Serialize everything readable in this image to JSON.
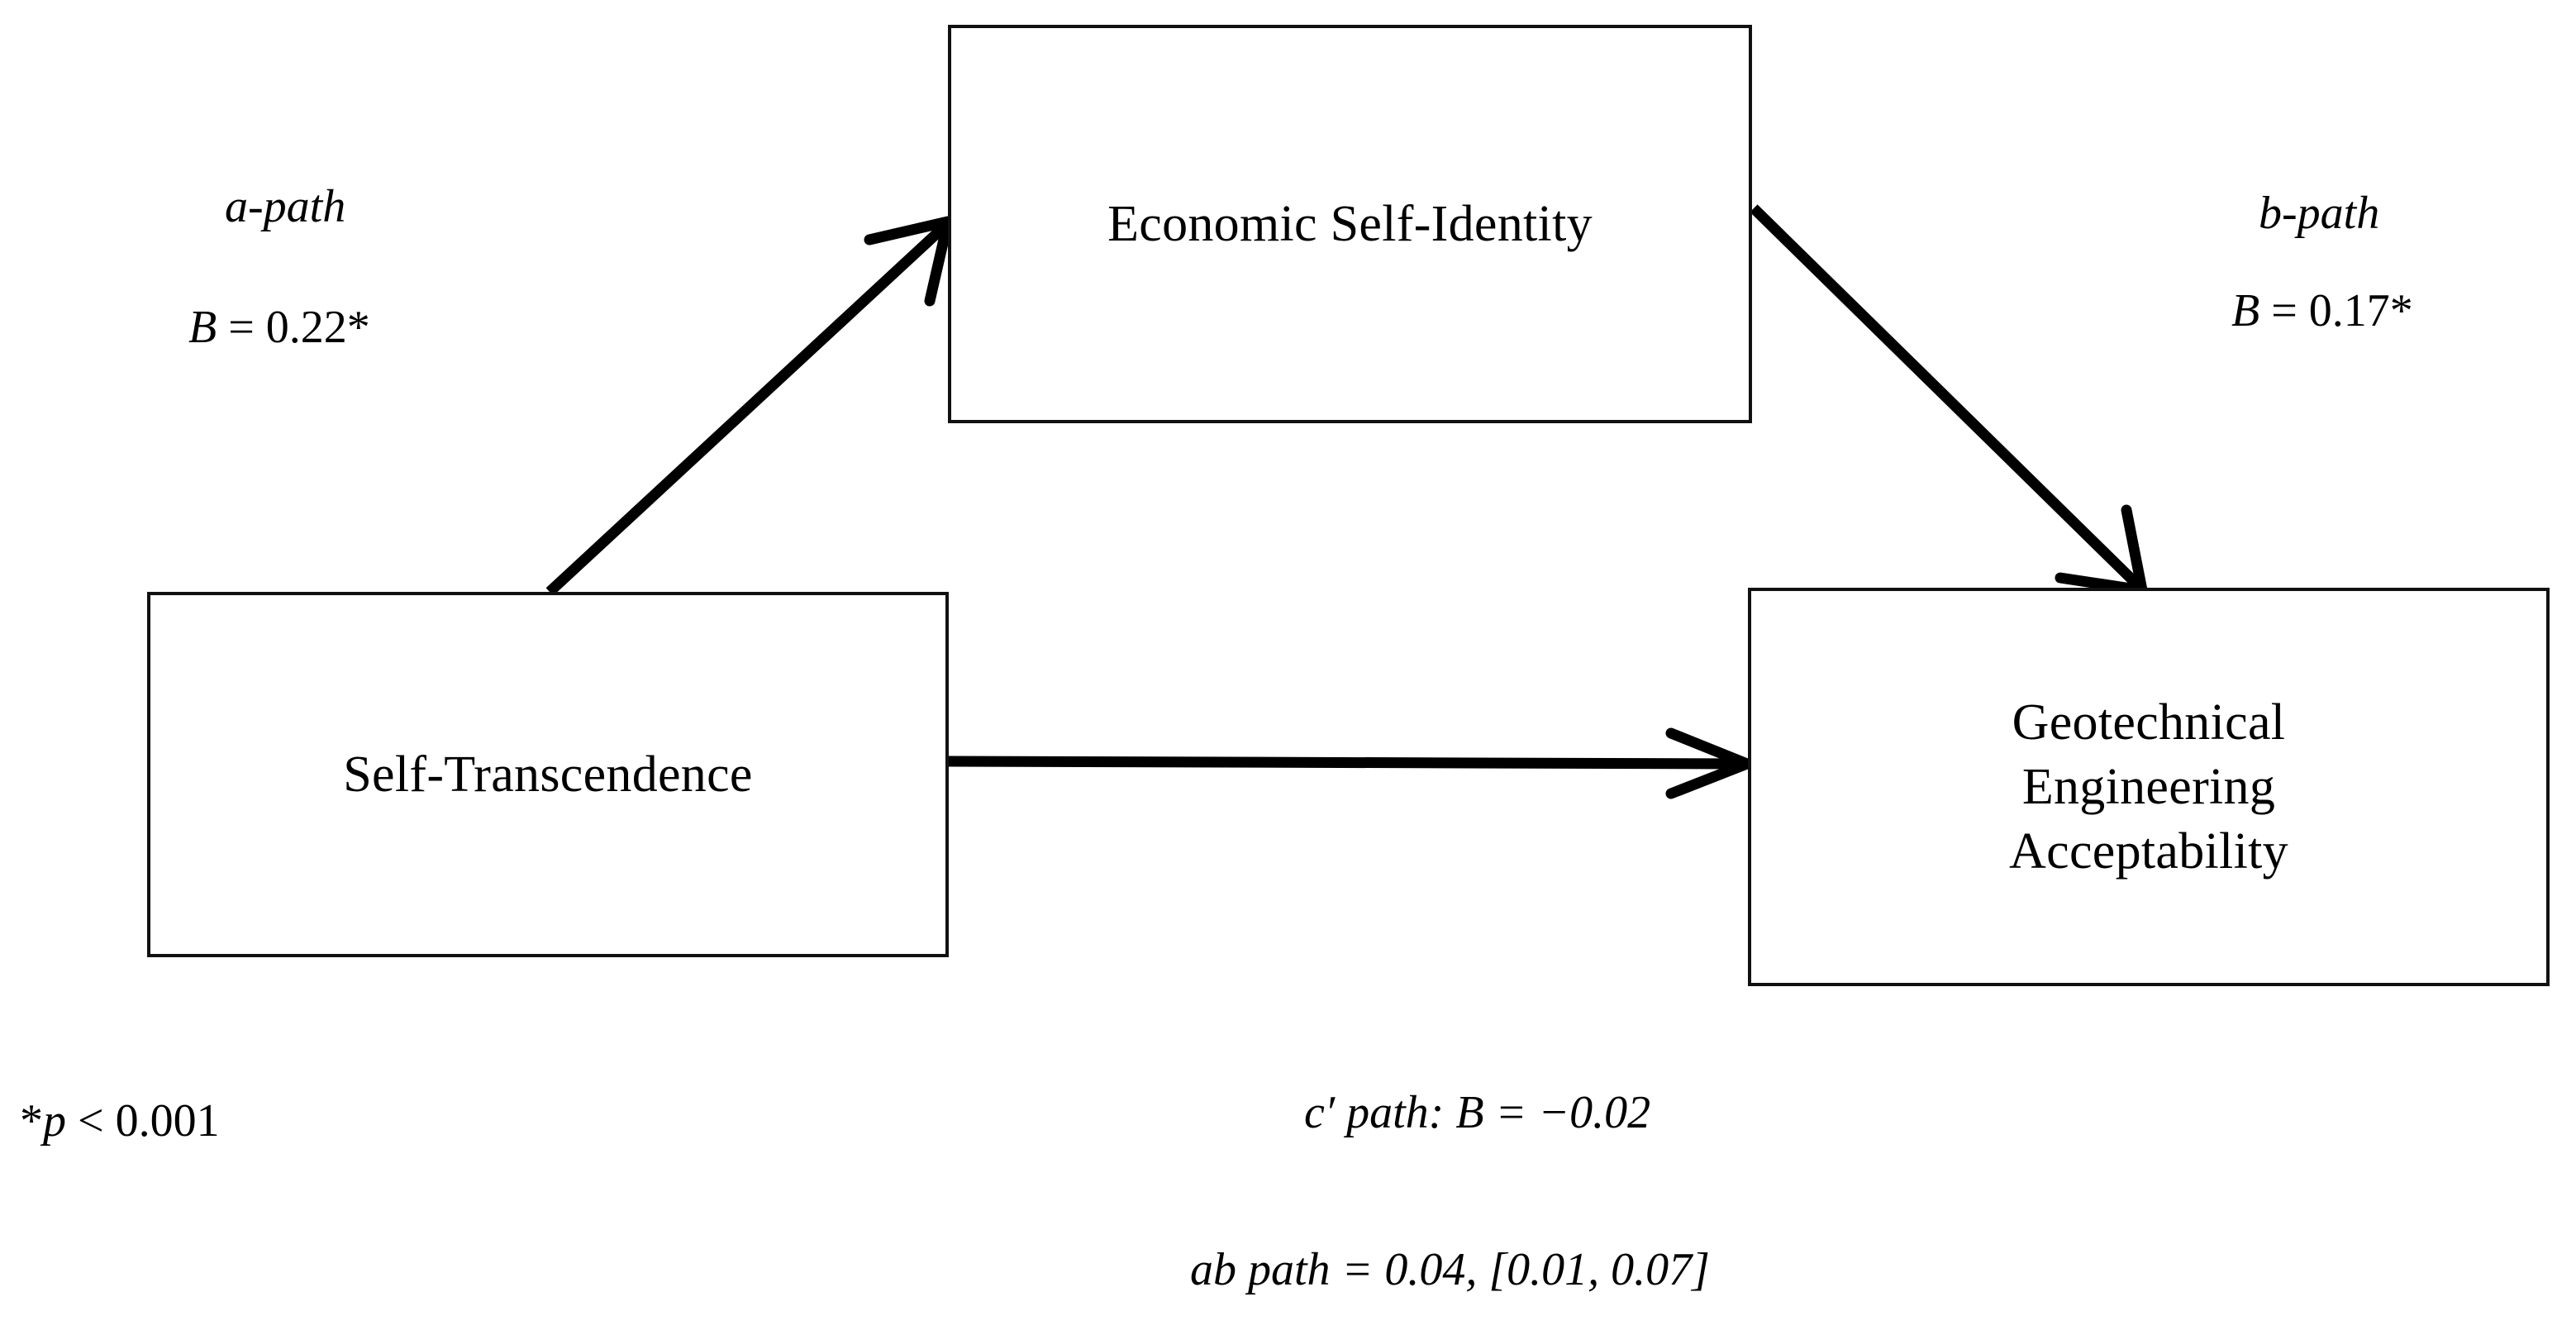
{
  "figure": {
    "type": "mediation-path-diagram",
    "background_color": "#ffffff",
    "line_color": "#000000"
  },
  "nodes": {
    "predictor": {
      "id": "self-transcendence",
      "label": "Self-Transcendence",
      "role": "predictor"
    },
    "mediator": {
      "id": "economic-self-identity",
      "label": "Economic Self-Identity",
      "role": "mediator"
    },
    "outcome": {
      "id": "geotechnical-engineering-acceptability",
      "label": "Geotechnical\nEngineering\nAcceptability",
      "role": "outcome"
    }
  },
  "paths": {
    "a": {
      "name": "a-path",
      "coefficient_text": "B = 0.22*",
      "coefficient_symbol": "B",
      "coefficient_value": 0.22,
      "significant": true,
      "from": "self-transcendence",
      "to": "economic-self-identity"
    },
    "b": {
      "name": "b-path",
      "coefficient_text": "B = 0.17*",
      "coefficient_symbol": "B",
      "coefficient_value": 0.17,
      "significant": true,
      "from": "economic-self-identity",
      "to": "geotechnical-engineering-acceptability"
    },
    "c_prime": {
      "name": "c′ path",
      "text": "c′ path: B = −0.02",
      "coefficient_symbol": "B",
      "coefficient_value": -0.02,
      "significant": false,
      "from": "self-transcendence",
      "to": "geotechnical-engineering-acceptability"
    },
    "ab": {
      "name": "ab path",
      "text": "ab path = 0.04, [0.01, 0.07]",
      "coefficient_value": 0.04,
      "ci_lower": 0.01,
      "ci_upper": 0.07
    }
  },
  "footnotes": {
    "significance": "*p < 0.001",
    "c_prime_line": "c′ path: B = −0.02",
    "ab_line": "ab path = 0.04, [0.01, 0.07]"
  }
}
